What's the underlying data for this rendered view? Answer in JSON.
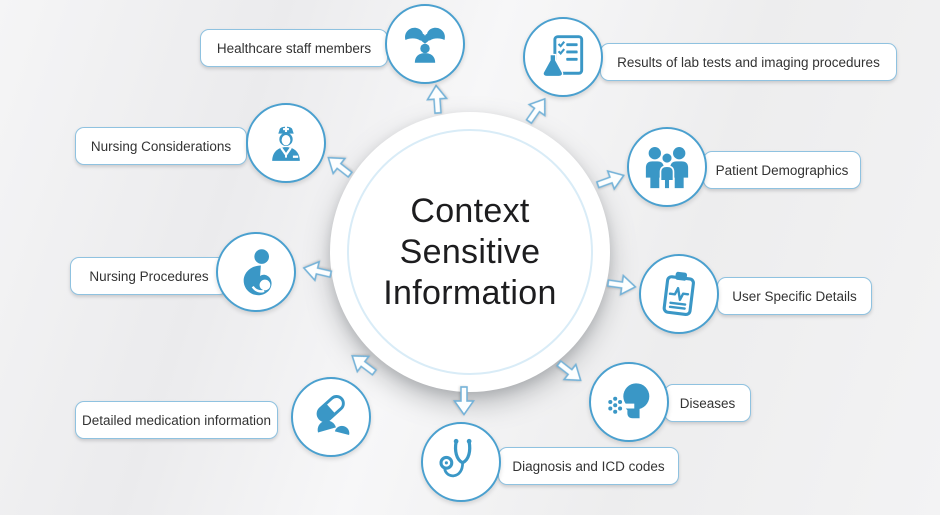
{
  "diagram": {
    "title": {
      "line1": "Context",
      "line2": "Sensitive",
      "line3": "Information"
    },
    "nodes": [
      {
        "label": "Healthcare staff members",
        "icon": "healthcare-staff-icon"
      },
      {
        "label": "Results of lab tests and imaging procedures",
        "icon": "lab-results-icon"
      },
      {
        "label": "Nursing Considerations",
        "icon": "nurse-icon"
      },
      {
        "label": "Patient Demographics",
        "icon": "patient-demographics-icon"
      },
      {
        "label": "Nursing Procedures",
        "icon": "mother-baby-icon"
      },
      {
        "label": "User Specific Details",
        "icon": "clipboard-pulse-icon"
      },
      {
        "label": "Detailed medication information",
        "icon": "pills-icon"
      },
      {
        "label": "Diseases",
        "icon": "coughing-head-icon"
      },
      {
        "label": "Diagnosis and ICD codes",
        "icon": "stethoscope-icon"
      }
    ],
    "colors": {
      "icon_blue": "#3a97c6",
      "circle_border": "#4aa0cf",
      "box_border": "#8fc2e0",
      "arrow_border": "#74b2d8",
      "center_ring": "#d9ecf7",
      "text": "#333333",
      "background": "#f1f1f2"
    }
  }
}
